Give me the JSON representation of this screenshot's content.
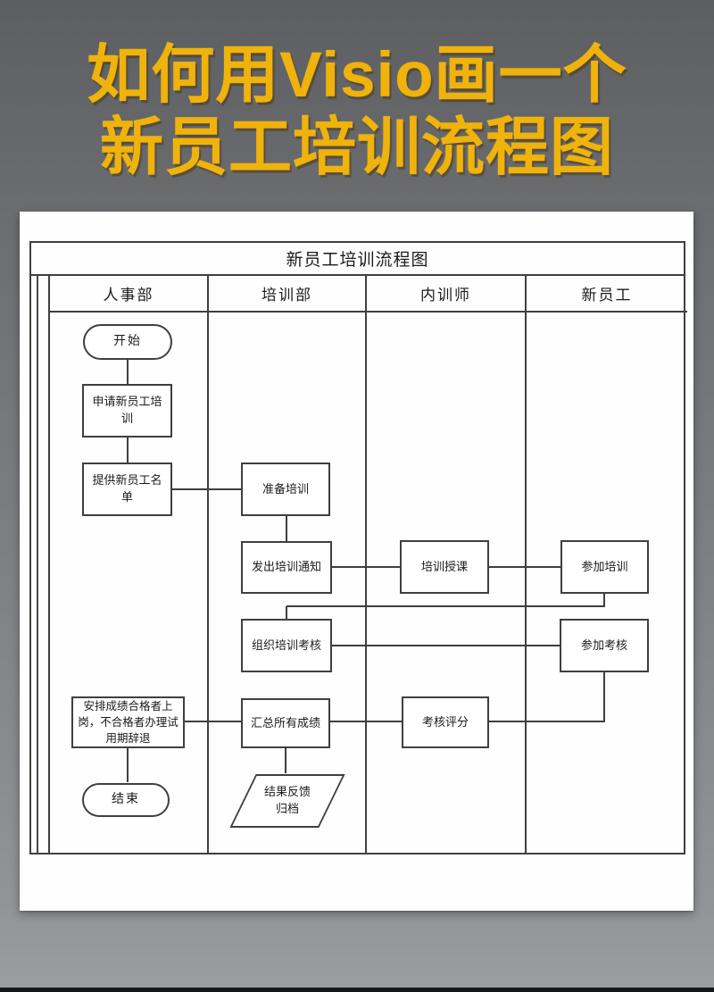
{
  "poster": {
    "title_line1": "如何用Visio画一个",
    "title_line2": "新员工培训流程图",
    "title_color": "#f0b30c"
  },
  "colors": {
    "background_top": "#5c5e61",
    "background_bottom": "#9b9d9f",
    "paper": "#fefefe",
    "diagram_line": "#3f3f3f",
    "bottom_bar": "#161616"
  },
  "flowchart": {
    "title": "新员工培训流程图",
    "lanes": [
      "人事部",
      "培训部",
      "内训师",
      "新员工"
    ],
    "nodes": {
      "start": "开始",
      "apply": "申请新员工培训",
      "provide": "提供新员工名单",
      "prepare": "准备培训",
      "notice": "发出培训通知",
      "teach": "培训授课",
      "attend_training": "参加培训",
      "organize_exam": "组织培训考核",
      "attend_exam": "参加考核",
      "arrange": "安排成绩合格者上岗，不合格者办理试用期辞退",
      "summarize": "汇总所有成绩",
      "score": "考核评分",
      "end": "结束",
      "archive": "结果反馈归档"
    }
  }
}
